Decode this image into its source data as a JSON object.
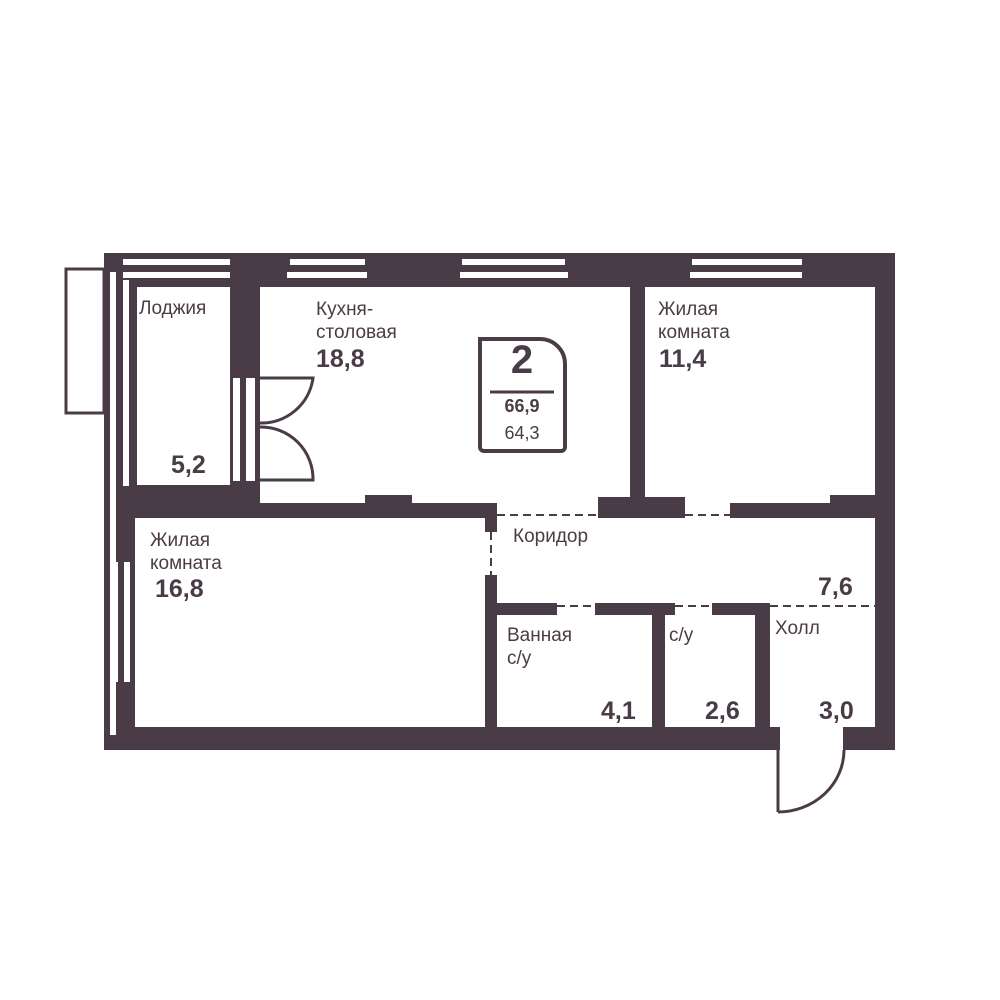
{
  "colors": {
    "wall": "#4a3c46",
    "background": "#ffffff"
  },
  "summary": {
    "rooms": "2",
    "total_area": "66,9",
    "living_area": "64,3"
  },
  "rooms": {
    "loggia": {
      "name": "Лоджия",
      "area": "5,2"
    },
    "kitchen": {
      "name_line1": "Кухня-",
      "name_line2": "столовая",
      "area": "18,8"
    },
    "bedroom_right": {
      "name_line1": "Жилая",
      "name_line2": "комната",
      "area": "11,4"
    },
    "bedroom_left": {
      "name_line1": "Жилая",
      "name_line2": "комната",
      "area": "16,8"
    },
    "corridor": {
      "name": "Коридор",
      "area": "7,6"
    },
    "bathroom": {
      "name_line1": "Ванная",
      "name_line2": "с/у",
      "area": "4,1"
    },
    "wc": {
      "name": "с/у",
      "area": "2,6"
    },
    "hall": {
      "name": "Холл",
      "area": "3,0"
    }
  }
}
